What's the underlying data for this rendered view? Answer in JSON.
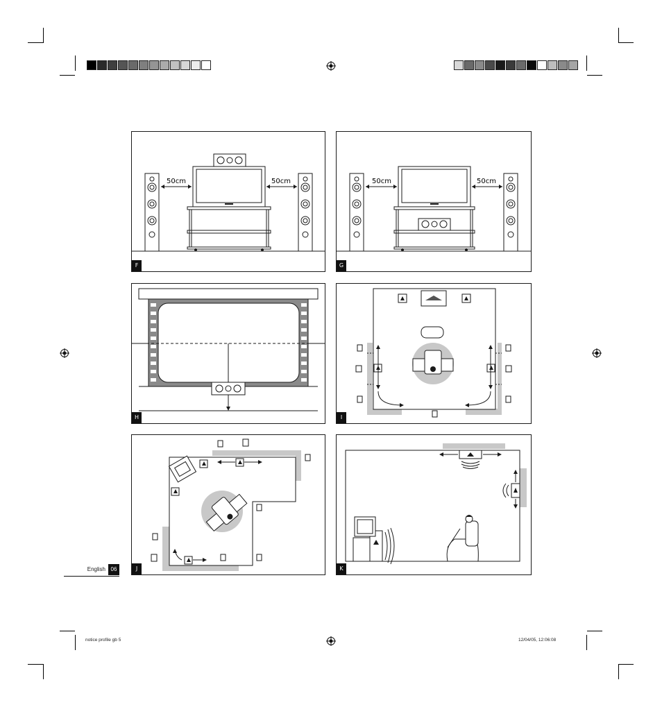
{
  "panels": {
    "F": {
      "label": "F",
      "left_distance": "50cm",
      "right_distance": "50cm"
    },
    "G": {
      "label": "G",
      "left_distance": "50cm",
      "right_distance": "50cm"
    },
    "H": {
      "label": "H"
    },
    "I": {
      "label": "I"
    },
    "J": {
      "label": "J"
    },
    "K": {
      "label": "K"
    }
  },
  "page": {
    "language": "English",
    "number": "06"
  },
  "footer": {
    "file": "notice profile gb   5",
    "timestamp": "12/04/05, 12:06:08"
  },
  "colors": {
    "ink": "#1a1a1a",
    "shade": "#c8c8c8",
    "screen_frame": "#8a8a8a",
    "left_bar": [
      "#000000",
      "#2a2a2a",
      "#3f3f3f",
      "#555555",
      "#6a6a6a",
      "#7f7f7f",
      "#959595",
      "#ababab",
      "#c1c1c1",
      "#d7d7d7",
      "#ececec",
      "#ffffff"
    ],
    "right_bar": [
      "#d8d8d8",
      "#6a6a6a",
      "#8a8a8a",
      "#4a4a4a",
      "#1a1a1a",
      "#3a3a3a",
      "#6a6a6a",
      "#0a0a0a",
      "#ffffff",
      "#bdbdbd",
      "#8a8a8a",
      "#a5a5a5"
    ]
  }
}
